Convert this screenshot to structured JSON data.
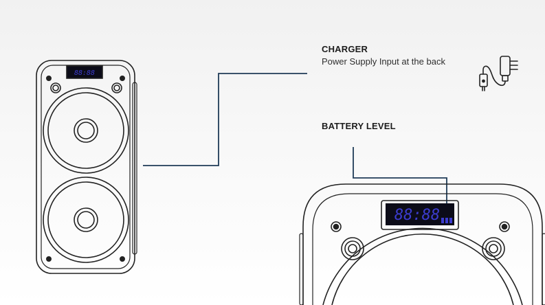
{
  "charger": {
    "heading": "CHARGER",
    "description": "Power Supply Input at the back"
  },
  "battery": {
    "heading": "BATTERY LEVEL"
  },
  "small_speaker_display": "88:88",
  "large_speaker_display": "88:88",
  "colors": {
    "outline": "#222222",
    "callout_line": "#1f3b57",
    "display_bg": "#0c0c18",
    "display_digits": "#3c3ccf",
    "battery_bars": "#3c3ccf"
  },
  "icons": [
    "power-adapter-icon",
    "battery-level-icon"
  ]
}
